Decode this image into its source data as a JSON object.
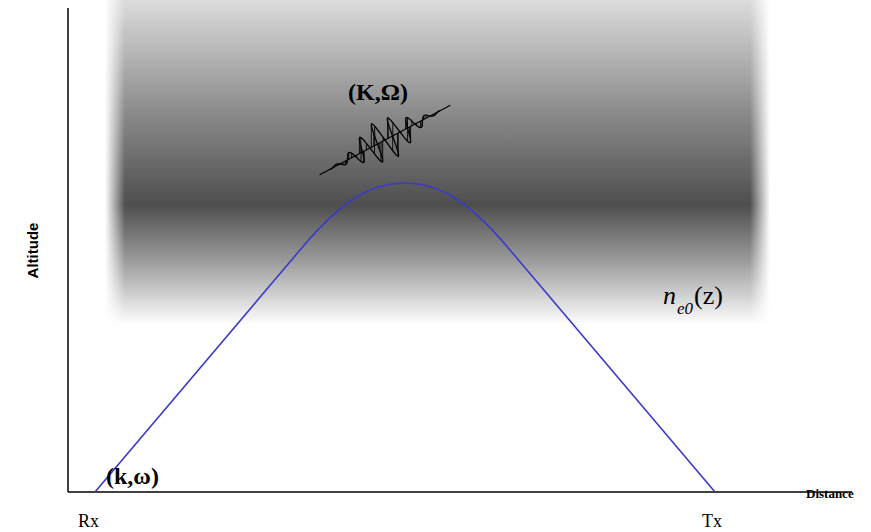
{
  "diagram": {
    "labels": [
      "Altitude",
      "Distance",
      "Rx",
      "Tx",
      "(k,ω)",
      "(K,Ω)",
      "n",
      "e0",
      "(z)"
    ]
  }
}
